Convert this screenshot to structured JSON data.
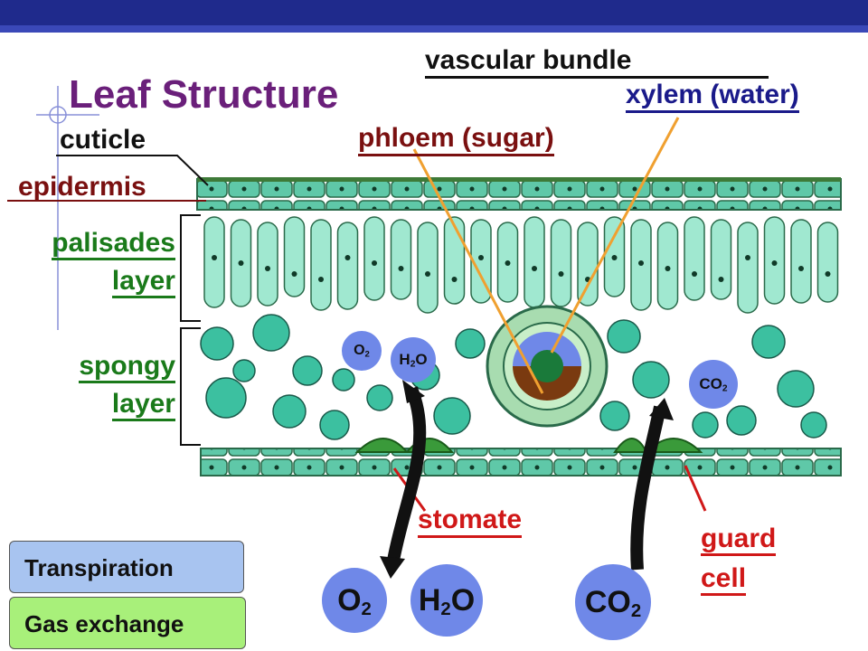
{
  "title": "Leaf Structure",
  "labels": {
    "vascular_bundle": "vascular bundle",
    "xylem": "xylem (water)",
    "phloem": "phloem (sugar)",
    "cuticle": "cuticle",
    "epidermis": "epidermis",
    "palisades_1": "palisades",
    "palisades_2": "layer",
    "spongy_1": "spongy",
    "spongy_2": "layer",
    "stomate": "stomate",
    "guard_1": "guard",
    "guard_2": "cell"
  },
  "molecules": {
    "o2_small": {
      "base": "O",
      "sub": "2"
    },
    "h2o_small": {
      "pre": "H",
      "sub": "2",
      "post": "O"
    },
    "co2_small": {
      "base": "CO",
      "sub": "2"
    },
    "o2_big": {
      "base": "O",
      "sub": "2"
    },
    "h2o_big": {
      "pre": "H",
      "sub": "2",
      "post": "O"
    },
    "co2_big": {
      "base": "CO",
      "sub": "2"
    }
  },
  "buttons": {
    "transpiration": "Transpiration",
    "gas_exchange": "Gas exchange"
  },
  "colors": {
    "title": "#6a1f7a",
    "layer_labels": "#1a7a1a",
    "xylem": "#1a1a8a",
    "phloem": "#7a1010",
    "stomate": "#d01818",
    "molecule_circle": "#6f88e8",
    "cell_fill": "#8ee0c8",
    "pointer_line": "#f0a030"
  }
}
